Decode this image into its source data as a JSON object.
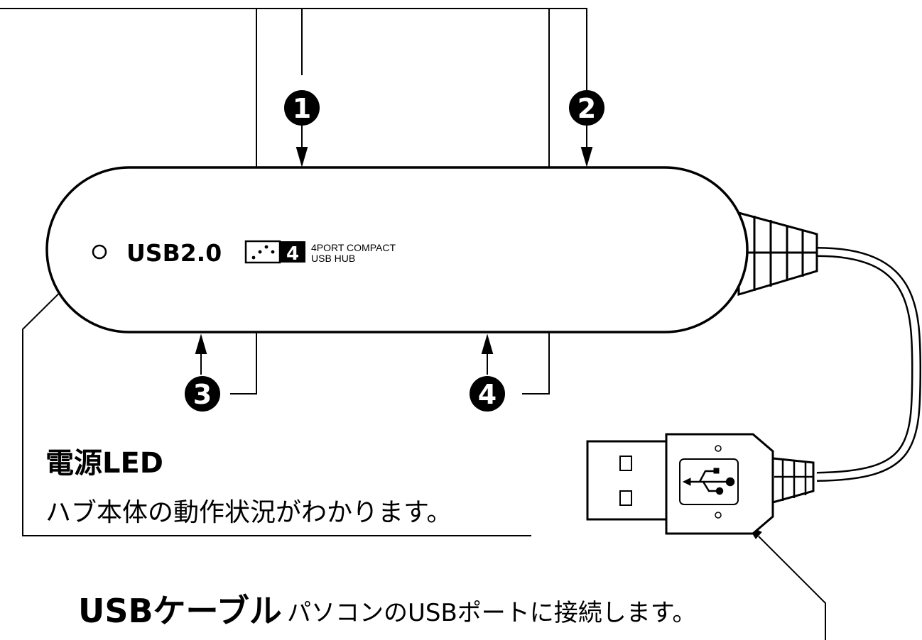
{
  "hub": {
    "brand": "USB2.0",
    "port_badge": "4",
    "model_line1": "4PORT COMPACT",
    "model_line2": "USB HUB"
  },
  "ports": [
    "1",
    "2",
    "3",
    "4"
  ],
  "power_led": {
    "title": "電源LED",
    "description": "ハブ本体の動作状況がわかります。"
  },
  "usb_cable": {
    "title": "USBケーブル",
    "description": "パソコンのUSBポートに接続します。"
  }
}
